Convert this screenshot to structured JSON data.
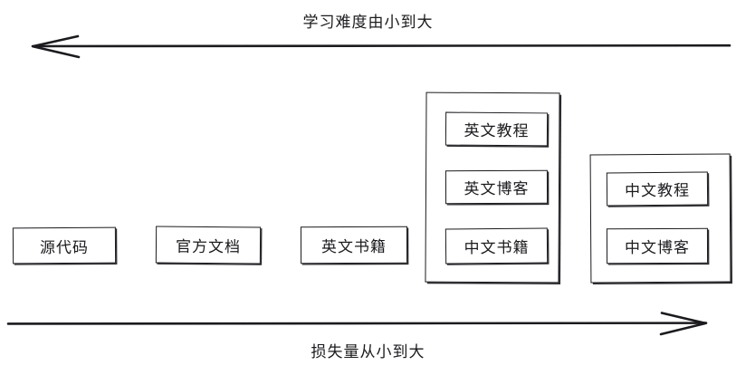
{
  "diagram": {
    "title_top": "学习难度由小到大",
    "title_bottom": "损失量从小到大",
    "stroke_color": "#1b1b1f",
    "background_color": "#ffffff",
    "top_arrow_direction": "left",
    "bottom_arrow_direction": "right",
    "columns": [
      {
        "id": "col-1",
        "grouped": false,
        "items": [
          {
            "label": "源代码"
          }
        ]
      },
      {
        "id": "col-2",
        "grouped": false,
        "items": [
          {
            "label": "官方文档"
          }
        ]
      },
      {
        "id": "col-3",
        "grouped": false,
        "items": [
          {
            "label": "英文书籍"
          }
        ]
      },
      {
        "id": "col-4",
        "grouped": true,
        "items": [
          {
            "label": "英文教程"
          },
          {
            "label": "英文博客"
          },
          {
            "label": "中文书籍"
          }
        ]
      },
      {
        "id": "col-5",
        "grouped": true,
        "items": [
          {
            "label": "中文教程"
          },
          {
            "label": "中文博客"
          }
        ]
      }
    ]
  }
}
